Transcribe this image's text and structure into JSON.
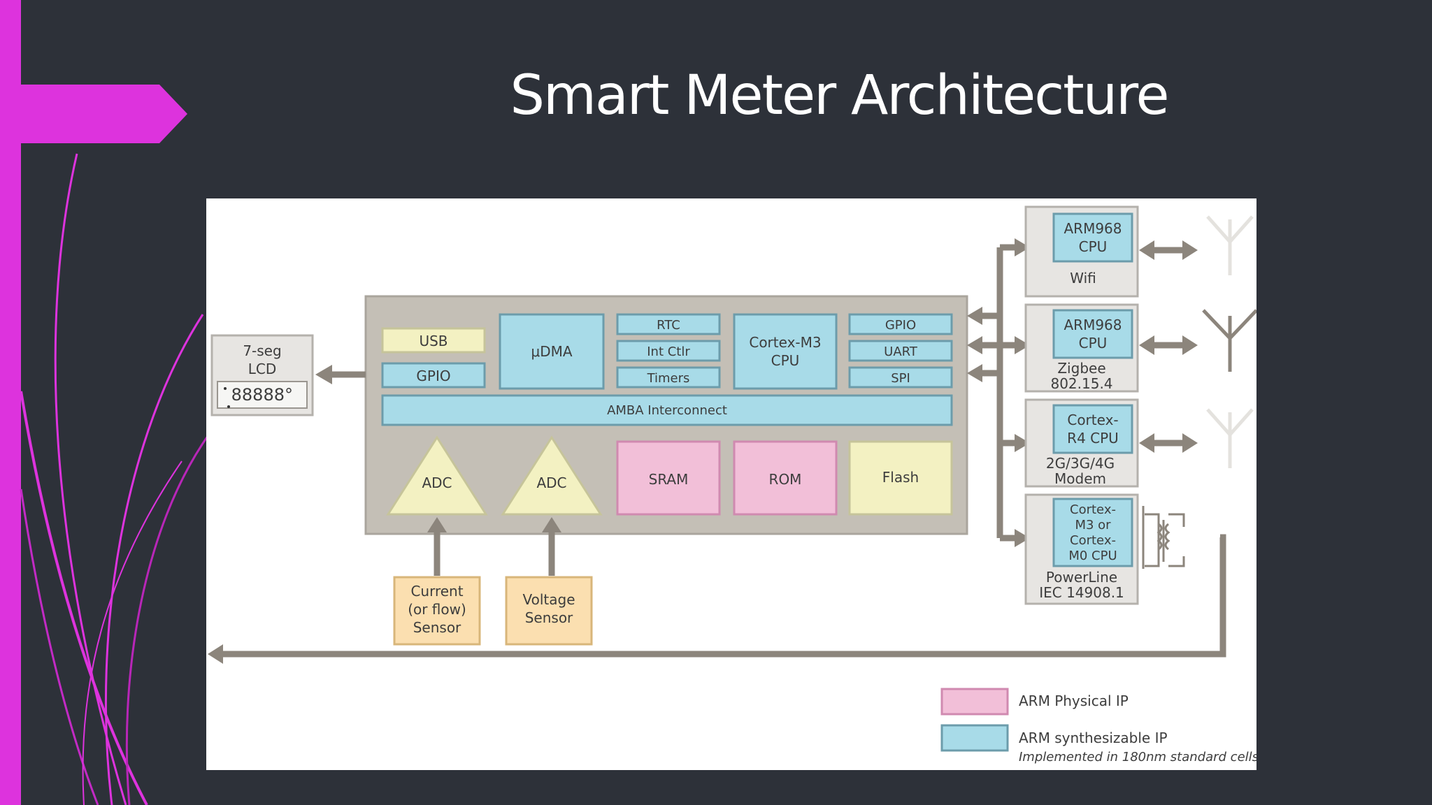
{
  "slide": {
    "title": "Smart Meter Architecture"
  },
  "chip": {
    "usb": "USB",
    "gpio_left": "GPIO",
    "udma": "μDMA",
    "rtc": "RTC",
    "int_ctlr": "Int Ctlr",
    "timers": "Timers",
    "cpu_line1": "Cortex-M3",
    "cpu_line2": "CPU",
    "gpio_right": "GPIO",
    "uart": "UART",
    "spi": "SPI",
    "amba": "AMBA Interconnect",
    "adc1": "ADC",
    "adc2": "ADC",
    "sram": "SRAM",
    "rom": "ROM",
    "flash": "Flash"
  },
  "lcd": {
    "line1": "7-seg",
    "line2": "LCD",
    "digits": "88888°"
  },
  "sensors": {
    "current": [
      "Current",
      "(or flow)",
      "Sensor"
    ],
    "voltage": [
      "Voltage",
      "Sensor"
    ]
  },
  "modules": [
    {
      "cpu": [
        "ARM968",
        "CPU"
      ],
      "label": [
        "Wifi"
      ]
    },
    {
      "cpu": [
        "ARM968",
        "CPU"
      ],
      "label": [
        "Zigbee",
        "802.15.4"
      ]
    },
    {
      "cpu": [
        "Cortex-",
        "R4 CPU"
      ],
      "label": [
        "2G/3G/4G",
        "Modem"
      ]
    },
    {
      "cpu": [
        "Cortex-",
        "M3 or",
        "Cortex-",
        "M0 CPU"
      ],
      "label": [
        "PowerLine",
        "IEC 14908.1"
      ]
    }
  ],
  "legend": {
    "physical": "ARM Physical IP",
    "synth": "ARM synthesizable IP",
    "synth_note": "Implemented in 180nm standard cells"
  },
  "colors": {
    "background": "#2d3139",
    "accent": "#dd33dd",
    "arm_physical_ip": "#f2bfd8",
    "arm_synthesizable_ip": "#a8dbe8"
  }
}
